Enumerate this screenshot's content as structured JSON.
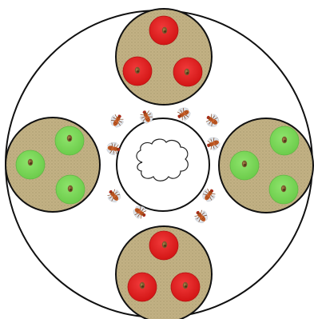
{
  "colors": {
    "background": "#ffffff",
    "outline": "#111111",
    "dish_fill": "#c2b184",
    "dish_texture": "#a99a6e",
    "red_cap": "#e41e1e",
    "red_cap_edge": "#b51212",
    "green_cap": "#7bd85a",
    "green_cap_edge": "#5fb844",
    "seed": "#7a5a2e",
    "seed_dark": "#4e3518",
    "fly_body": "#c8602a",
    "fly_body_dark": "#8e3c14",
    "fly_wing": "#dfe4ea",
    "cloud_fill": "#ffffff"
  },
  "icons": {
    "arena": "arena-circle",
    "center_chamber": "center-circle",
    "cloud": "odor-cloud-icon",
    "fly": "fly-icon",
    "cap": "food-cap-icon",
    "seed": "seed-icon"
  },
  "dishes": [
    {
      "id": "top",
      "cap_color": "red",
      "cap_count": 3
    },
    {
      "id": "left",
      "cap_color": "green",
      "cap_count": 3
    },
    {
      "id": "right",
      "cap_color": "green",
      "cap_count": 3
    },
    {
      "id": "bottom",
      "cap_color": "red",
      "cap_count": 3
    }
  ],
  "fly_count": 10
}
